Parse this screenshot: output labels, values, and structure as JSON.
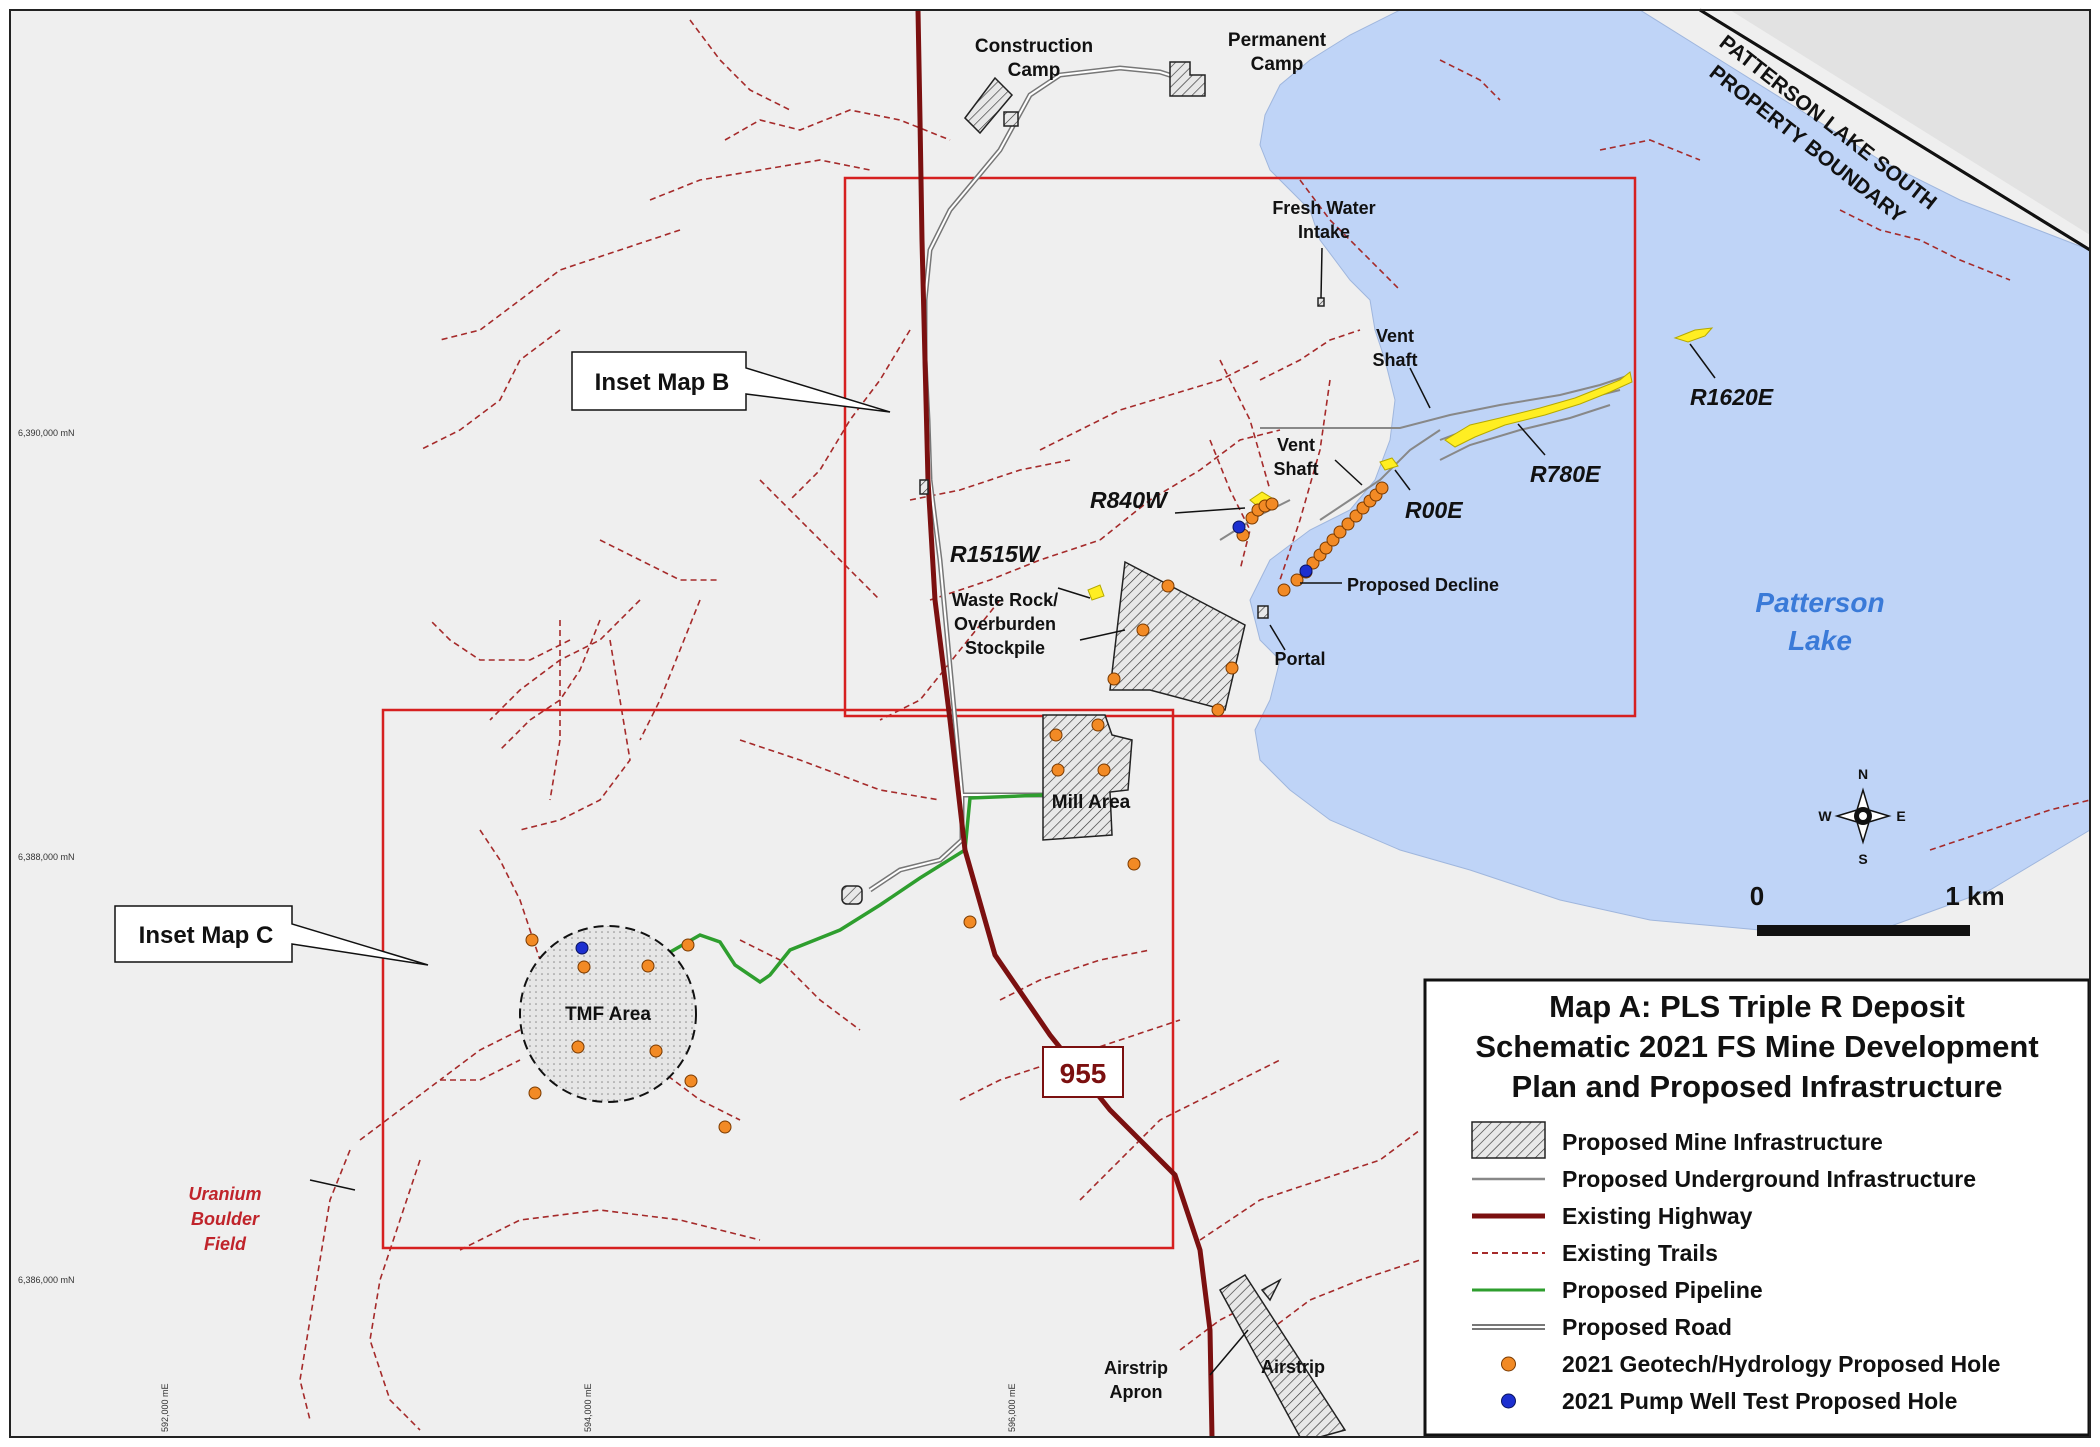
{
  "title_lines": [
    "Map A:  PLS Triple R Deposit",
    "Schematic 2021 FS Mine Development",
    "Plan and Proposed Infrastructure"
  ],
  "legend": [
    {
      "label": "Proposed Mine Infrastructure",
      "symbol": "hatched-box"
    },
    {
      "label": "Proposed Underground Infrastructure",
      "symbol": "gray-line"
    },
    {
      "label": "Existing Highway",
      "symbol": "highway-line"
    },
    {
      "label": "Existing Trails",
      "symbol": "dashed-red-line"
    },
    {
      "label": "Proposed Pipeline",
      "symbol": "green-line"
    },
    {
      "label": "Proposed Road",
      "symbol": "double-gray-line"
    },
    {
      "label": "2021 Geotech/Hydrology Proposed Hole",
      "symbol": "orange-dot"
    },
    {
      "label": "2021 Pump Well Test Proposed Hole",
      "symbol": "blue-dot"
    }
  ],
  "callouts": {
    "inset_b": "Inset Map B",
    "inset_c": "Inset Map C",
    "highway_number": "955"
  },
  "labels": {
    "construction_camp": [
      "Construction",
      "Camp"
    ],
    "permanent_camp": [
      "Permanent",
      "Camp"
    ],
    "fresh_water": [
      "Fresh Water",
      "Intake"
    ],
    "vent_shaft_1": [
      "Vent",
      "Shaft"
    ],
    "vent_shaft_2": [
      "Vent",
      "Shaft"
    ],
    "waste_rock": [
      "Waste Rock/",
      "Overburden",
      "Stockpile"
    ],
    "proposed_decline": "Proposed Decline",
    "portal": "Portal",
    "mill_area": "Mill Area",
    "tmf_area": "TMF Area",
    "airstrip": "Airstrip",
    "airstrip_apron": [
      "Airstrip",
      "Apron"
    ],
    "uranium_field": [
      "Uranium",
      "Boulder",
      "Field"
    ],
    "lake": [
      "Patterson",
      "Lake"
    ],
    "boundary": [
      "PATTERSON LAKE SOUTH",
      "PROPERTY BOUNDARY"
    ]
  },
  "deposits": [
    "R1620E",
    "R780E",
    "R00E",
    "R840W",
    "R1515W"
  ],
  "grid": {
    "northings": [
      "6,390,000 mN",
      "6,388,000 mN",
      "6,386,000 mN"
    ],
    "eastings": [
      "592,000 mE",
      "594,000 mE",
      "596,000 mE"
    ]
  },
  "scale": {
    "start": "0",
    "end": "1 km"
  },
  "compass": {
    "n": "N",
    "s": "S",
    "e": "E",
    "w": "W"
  },
  "colors": {
    "land": "#efefef",
    "water": "#bfd4f7",
    "highway": "#7b1010",
    "trails": "#a52a2a",
    "pipeline": "#2e9e2e",
    "inset_frame": "#d62020",
    "geotech_hole": "#f28a25",
    "pump_hole": "#1c2fd0",
    "deposit": "#ffee22"
  }
}
